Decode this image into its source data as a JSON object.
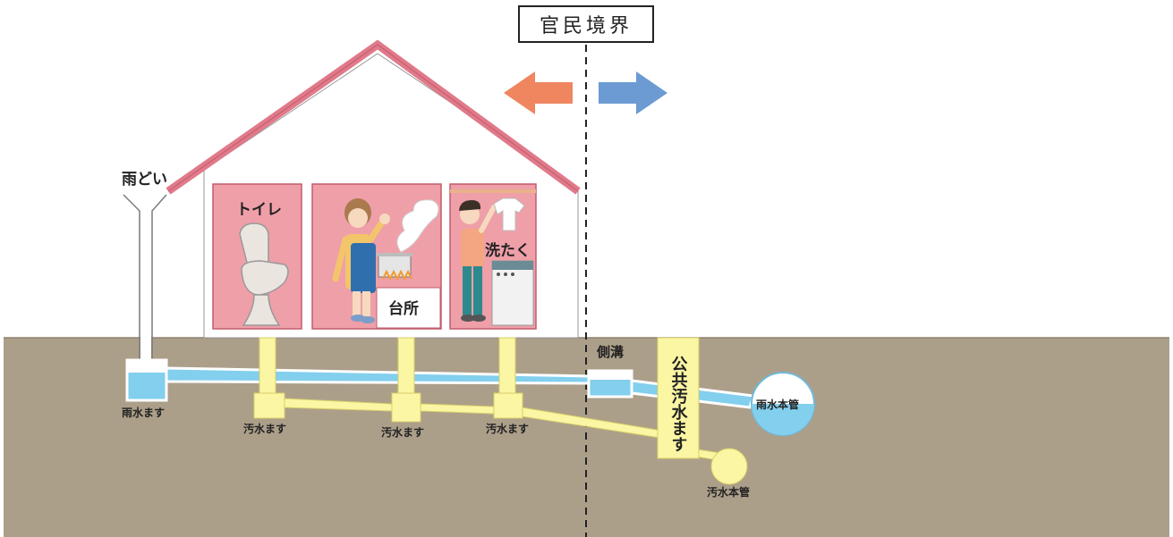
{
  "boundary_label": "官民境界",
  "labels": {
    "rain_gutter": "雨どい",
    "toilet": "トイレ",
    "kitchen": "台所",
    "laundry": "洗たく",
    "side_ditch": "側溝",
    "public_sewage_box": "公共汚水ます",
    "rain_box": "雨水ます",
    "sewage_box": "汚水ます",
    "rain_main": "雨水本管",
    "sewage_main": "汚水本管"
  },
  "colors": {
    "ground": "#ac9f8a",
    "roof": "#e07a8a",
    "room": "#ef9fa8",
    "rain_water": "#82cfee",
    "sewage_pipe": "#fbf6a3",
    "arrow_private": "#ef8660",
    "arrow_public": "#6b9bd2"
  }
}
